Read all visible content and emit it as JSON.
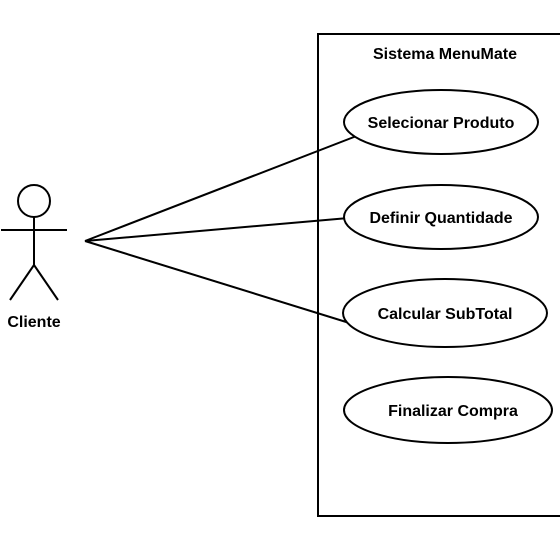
{
  "diagram": {
    "system_title": "Sistema MenuMate",
    "actor": {
      "name": "Cliente"
    },
    "use_cases": [
      {
        "label": "Selecionar Produto"
      },
      {
        "label": "Definir Quantidade"
      },
      {
        "label": "Calcular SubTotal"
      },
      {
        "label": "Finalizar Compra"
      }
    ]
  }
}
